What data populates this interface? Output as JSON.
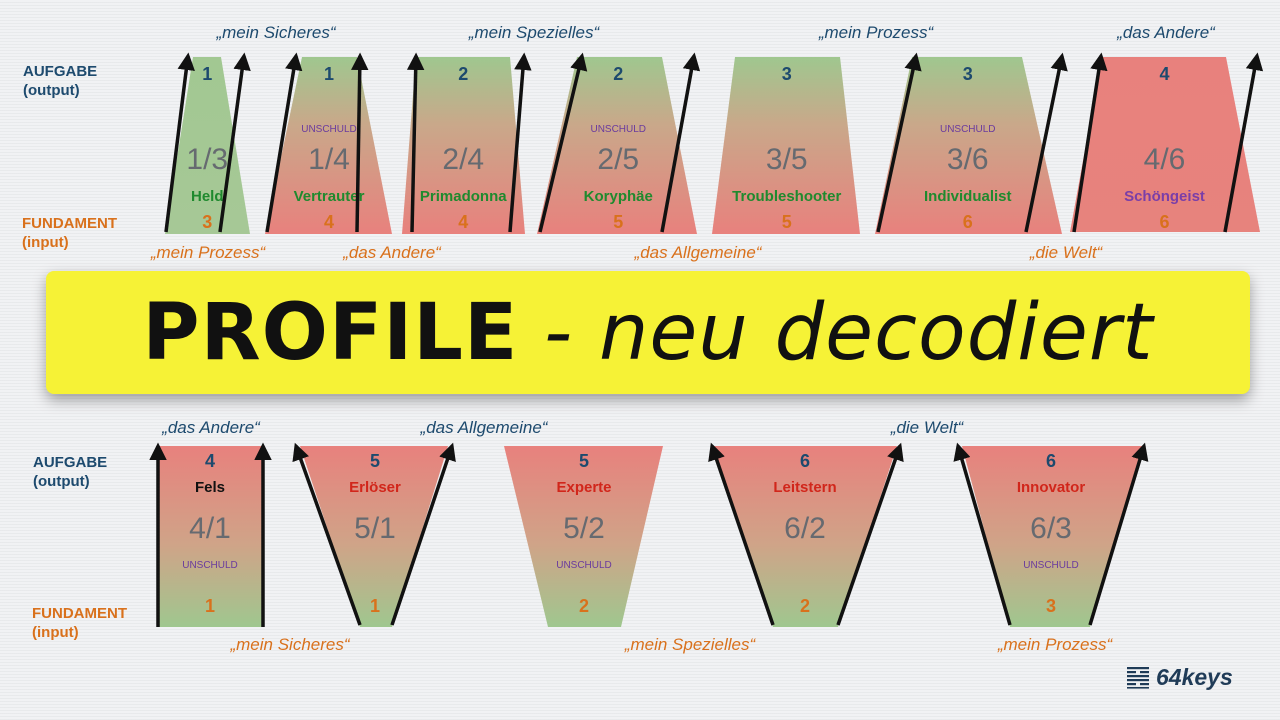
{
  "colors": {
    "navy": "#1d4a6e",
    "orange": "#d9711c",
    "green_fill": "#9fc78f",
    "red_fill": "#e8817d",
    "banner": "#f6f236",
    "role_green": "#1f8a2e",
    "role_red": "#d1261b",
    "role_purple": "#7a3ea8"
  },
  "labels": {
    "aufgabe": "AUFGABE",
    "output": "(output)",
    "fundament": "FUNDAMENT",
    "input": "(input)",
    "unschuld": "UNSCHULD"
  },
  "banner": {
    "bold": "PROFILE",
    "rest": " - neu decodiert"
  },
  "logo": {
    "text": "64keys"
  },
  "top_quotes_above": [
    "„mein Sicheres“",
    "„mein Spezielles“",
    "„mein Prozess“",
    "„das Andere“"
  ],
  "top_quotes_below": [
    "„mein Prozess“",
    "„das Andere“",
    "„das Allgemeine“",
    "„die Welt“"
  ],
  "bottom_quotes_above": [
    "„das Andere“",
    "„das Allgemeine“",
    "„die Welt“"
  ],
  "bottom_quotes_below": [
    "„mein Sicheres“",
    "„mein Spezielles“",
    "„mein Prozess“"
  ],
  "top_profiles": [
    {
      "top": "1",
      "bottom": "3",
      "ratio": "1/3",
      "name": "Held",
      "unschuld": false,
      "fill": "green",
      "name_color": "green"
    },
    {
      "top": "1",
      "bottom": "4",
      "ratio": "1/4",
      "name": "Vertrauter",
      "unschuld": true,
      "fill": "green-red",
      "name_color": "green"
    },
    {
      "top": "2",
      "bottom": "4",
      "ratio": "2/4",
      "name": "Primadonna",
      "unschuld": false,
      "fill": "green-red",
      "name_color": "green"
    },
    {
      "top": "2",
      "bottom": "5",
      "ratio": "2/5",
      "name": "Koryphäe",
      "unschuld": true,
      "fill": "green-red",
      "name_color": "green"
    },
    {
      "top": "3",
      "bottom": "5",
      "ratio": "3/5",
      "name": "Troubleshooter",
      "unschuld": false,
      "fill": "green-red",
      "name_color": "green"
    },
    {
      "top": "3",
      "bottom": "6",
      "ratio": "3/6",
      "name": "Individualist",
      "unschuld": true,
      "fill": "green-red",
      "name_color": "green"
    },
    {
      "top": "4",
      "bottom": "6",
      "ratio": "4/6",
      "name": "Schöngeist",
      "unschuld": false,
      "fill": "red",
      "name_color": "purple"
    }
  ],
  "bottom_profiles": [
    {
      "top": "4",
      "bottom": "1",
      "ratio": "4/1",
      "name": "Fels",
      "unschuld": true,
      "fill": "red-green",
      "name_color": "black"
    },
    {
      "top": "5",
      "bottom": "1",
      "ratio": "5/1",
      "name": "Erlöser",
      "unschuld": false,
      "fill": "red-green",
      "name_color": "red"
    },
    {
      "top": "5",
      "bottom": "2",
      "ratio": "5/2",
      "name": "Experte",
      "unschuld": true,
      "fill": "red-green",
      "name_color": "red"
    },
    {
      "top": "6",
      "bottom": "2",
      "ratio": "6/2",
      "name": "Leitstern",
      "unschuld": false,
      "fill": "red-green",
      "name_color": "red"
    },
    {
      "top": "6",
      "bottom": "3",
      "ratio": "6/3",
      "name": "Innovator",
      "unschuld": true,
      "fill": "red-green",
      "name_color": "red"
    }
  ]
}
